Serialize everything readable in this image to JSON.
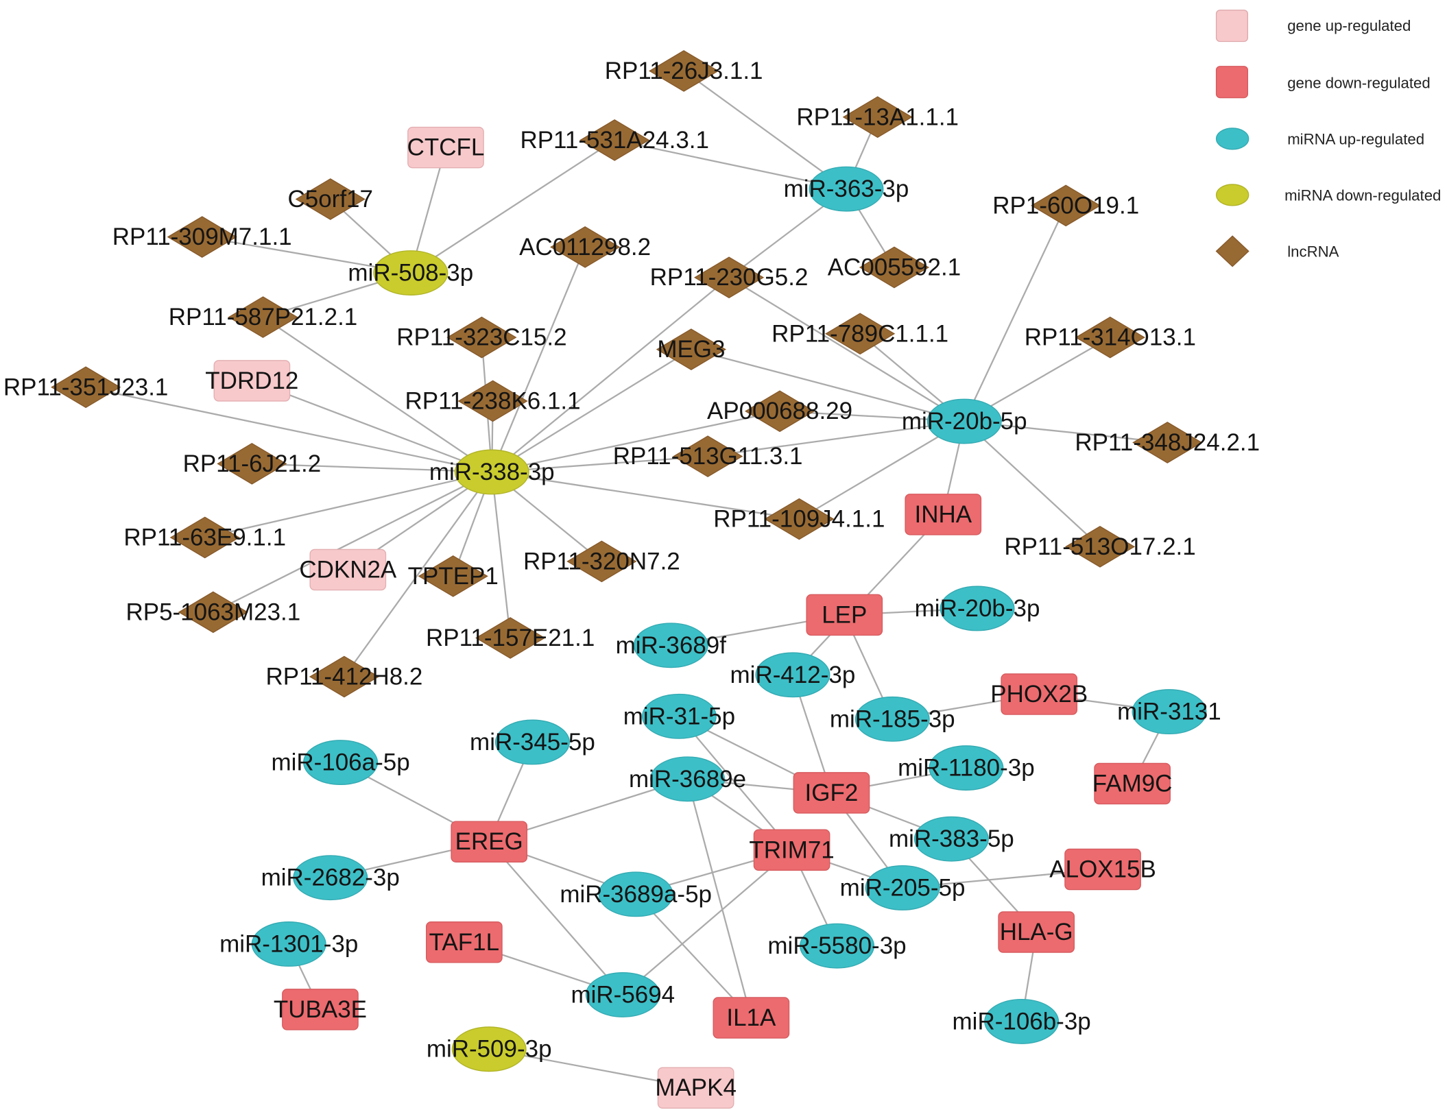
{
  "legend": [
    {
      "label": "gene up-regulated",
      "color": "#F7C9CB"
    },
    {
      "label": "gene down-regulated",
      "color": "#EC6B6E"
    },
    {
      "label": "miRNA up-regulated",
      "color": "#3DBFC7"
    },
    {
      "label": "miRNA down-regulated",
      "color": "#C9CC2C"
    },
    {
      "label": "lncRNA",
      "color": "#986A33"
    }
  ],
  "edge_color": "#ABABAB",
  "nodes": [
    {
      "label": "RP11-26J3.1.1",
      "category": 4
    },
    {
      "label": "RP11-13A1.1.1",
      "category": 4
    },
    {
      "label": "RP11-531A24.3.1",
      "category": 4
    },
    {
      "label": "CTCFL",
      "category": 0
    },
    {
      "label": "C5orf17",
      "category": 4
    },
    {
      "label": "RP11-309M7.1.1",
      "category": 4
    },
    {
      "label": "miR-363-3p",
      "category": 2
    },
    {
      "label": "miR-508-3p",
      "category": 3
    },
    {
      "label": "AC011298.2",
      "category": 4
    },
    {
      "label": "RP11-230G5.2",
      "category": 4
    },
    {
      "label": "AC005592.1",
      "category": 4
    },
    {
      "label": "RP1-60O19.1",
      "category": 4
    },
    {
      "label": "RP11-587P21.2.1",
      "category": 4
    },
    {
      "label": "RP11-323C15.2",
      "category": 4
    },
    {
      "label": "MEG3",
      "category": 4
    },
    {
      "label": "RP11-789C1.1.1",
      "category": 4
    },
    {
      "label": "RP11-314O13.1",
      "category": 4
    },
    {
      "label": "RP11-351J23.1",
      "category": 4
    },
    {
      "label": "TDRD12",
      "category": 0
    },
    {
      "label": "RP11-238K6.1.1",
      "category": 4
    },
    {
      "label": "AP000688.29",
      "category": 4
    },
    {
      "label": "miR-20b-5p",
      "category": 2
    },
    {
      "label": "RP11-6J21.2",
      "category": 4
    },
    {
      "label": "miR-338-3p",
      "category": 3
    },
    {
      "label": "RP11-513G11.3.1",
      "category": 4
    },
    {
      "label": "RP11-348J24.2.1",
      "category": 4
    },
    {
      "label": "RP11-63E9.1.1",
      "category": 4
    },
    {
      "label": "RP11-109J4.1.1",
      "category": 4
    },
    {
      "label": "INHA",
      "category": 1
    },
    {
      "label": "RP11-513O17.2.1",
      "category": 4
    },
    {
      "label": "RP11-320N7.2",
      "category": 4
    },
    {
      "label": "CDKN2A",
      "category": 0
    },
    {
      "label": "TPTEP1",
      "category": 4
    },
    {
      "label": "RP5-1063M23.1",
      "category": 4
    },
    {
      "label": "LEP",
      "category": 1
    },
    {
      "label": "miR-20b-3p",
      "category": 2
    },
    {
      "label": "RP11-157E21.1",
      "category": 4
    },
    {
      "label": "miR-3689f",
      "category": 2
    },
    {
      "label": "RP11-412H8.2",
      "category": 4
    },
    {
      "label": "miR-412-3p",
      "category": 2
    },
    {
      "label": "PHOX2B",
      "category": 1
    },
    {
      "label": "miR-185-3p",
      "category": 2
    },
    {
      "label": "miR-3131",
      "category": 2
    },
    {
      "label": "miR-31-5p",
      "category": 2
    },
    {
      "label": "miR-345-5p",
      "category": 2
    },
    {
      "label": "miR-106a-5p",
      "category": 2
    },
    {
      "label": "miR-1180-3p",
      "category": 2
    },
    {
      "label": "miR-3689e",
      "category": 2
    },
    {
      "label": "FAM9C",
      "category": 1
    },
    {
      "label": "IGF2",
      "category": 1
    },
    {
      "label": "EREG",
      "category": 1
    },
    {
      "label": "TRIM71",
      "category": 1
    },
    {
      "label": "miR-383-5p",
      "category": 2
    },
    {
      "label": "ALOX15B",
      "category": 1
    },
    {
      "label": "miR-2682-3p",
      "category": 2
    },
    {
      "label": "miR-205-5p",
      "category": 2
    },
    {
      "label": "miR-3689a-5p",
      "category": 2
    },
    {
      "label": "HLA-G",
      "category": 1
    },
    {
      "label": "TAF1L",
      "category": 1
    },
    {
      "label": "miR-1301-3p",
      "category": 2
    },
    {
      "label": "miR-5580-3p",
      "category": 2
    },
    {
      "label": "miR-5694",
      "category": 2
    },
    {
      "label": "TUBA3E",
      "category": 1
    },
    {
      "label": "IL1A",
      "category": 1
    },
    {
      "label": "miR-106b-3p",
      "category": 2
    },
    {
      "label": "miR-509-3p",
      "category": 3
    },
    {
      "label": "MAPK4",
      "category": 0
    }
  ],
  "edges": [
    [
      0,
      6
    ],
    [
      1,
      6
    ],
    [
      2,
      6
    ],
    [
      10,
      6
    ],
    [
      9,
      6
    ],
    [
      3,
      7
    ],
    [
      4,
      7
    ],
    [
      5,
      7
    ],
    [
      2,
      7
    ],
    [
      12,
      7
    ],
    [
      17,
      23
    ],
    [
      18,
      23
    ],
    [
      12,
      23
    ],
    [
      13,
      23
    ],
    [
      8,
      23
    ],
    [
      19,
      23
    ],
    [
      14,
      23
    ],
    [
      9,
      23
    ],
    [
      20,
      23
    ],
    [
      24,
      23
    ],
    [
      27,
      23
    ],
    [
      30,
      23
    ],
    [
      36,
      23
    ],
    [
      32,
      23
    ],
    [
      38,
      23
    ],
    [
      26,
      23
    ],
    [
      22,
      23
    ],
    [
      31,
      23
    ],
    [
      33,
      23
    ],
    [
      11,
      21
    ],
    [
      16,
      21
    ],
    [
      25,
      21
    ],
    [
      29,
      21
    ],
    [
      27,
      21
    ],
    [
      24,
      21
    ],
    [
      20,
      21
    ],
    [
      14,
      21
    ],
    [
      15,
      21
    ],
    [
      9,
      21
    ],
    [
      28,
      21
    ],
    [
      28,
      39
    ],
    [
      34,
      35
    ],
    [
      34,
      37
    ],
    [
      34,
      41
    ],
    [
      39,
      49
    ],
    [
      40,
      41
    ],
    [
      40,
      42
    ],
    [
      48,
      42
    ],
    [
      49,
      43
    ],
    [
      49,
      47
    ],
    [
      49,
      46
    ],
    [
      49,
      52
    ],
    [
      49,
      55
    ],
    [
      50,
      44
    ],
    [
      50,
      45
    ],
    [
      50,
      54
    ],
    [
      50,
      47
    ],
    [
      50,
      56
    ],
    [
      50,
      61
    ],
    [
      51,
      43
    ],
    [
      51,
      47
    ],
    [
      51,
      56
    ],
    [
      51,
      55
    ],
    [
      51,
      60
    ],
    [
      51,
      61
    ],
    [
      63,
      47
    ],
    [
      63,
      56
    ],
    [
      53,
      55
    ],
    [
      57,
      52
    ],
    [
      57,
      64
    ],
    [
      58,
      61
    ],
    [
      62,
      59
    ],
    [
      66,
      65
    ]
  ]
}
